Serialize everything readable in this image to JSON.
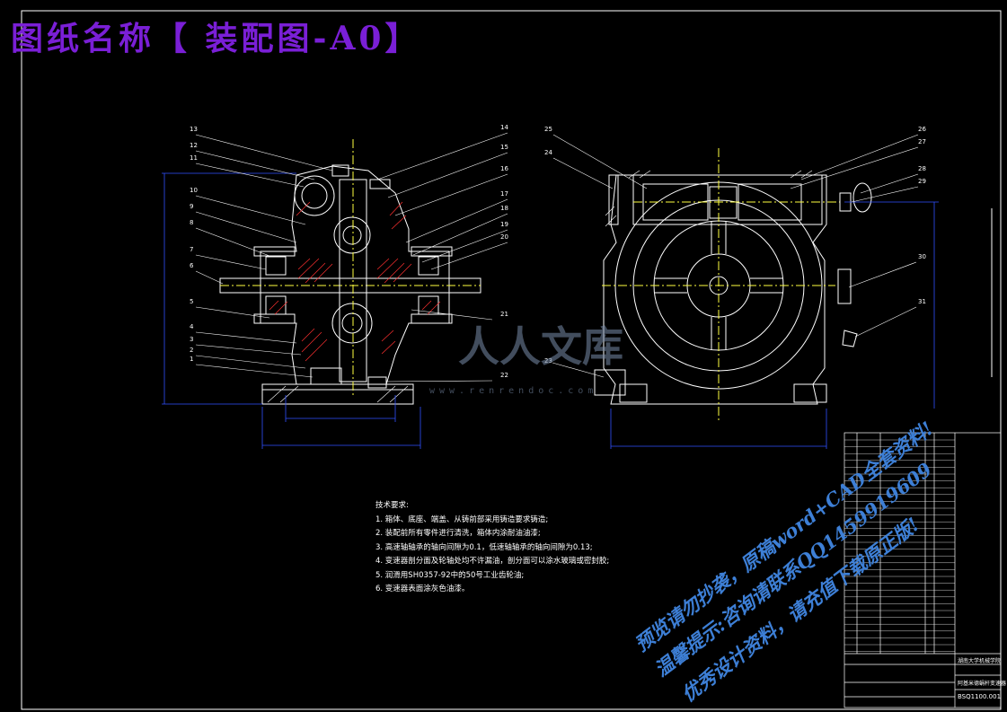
{
  "title": "图纸名称【 装配图-A0】",
  "colors": {
    "frame": "#ffffff",
    "drawing": "#ffffff",
    "section": "#ff3030",
    "dim": "#3050ff",
    "center": "#ffff40",
    "title": "#7a1fd6",
    "watermark": "#3d7fd6",
    "hatch": "#ffffff"
  },
  "left_view_callouts": [
    "13",
    "12",
    "11",
    "10",
    "9",
    "8",
    "7",
    "6",
    "5",
    "4",
    "3",
    "2",
    "1"
  ],
  "right_of_left_view_callouts": [
    "14",
    "15",
    "16",
    "17",
    "18",
    "19",
    "20",
    "21",
    "22"
  ],
  "right_view_callouts": {
    "left": [
      "25",
      "24"
    ],
    "right": [
      "26",
      "27",
      "28",
      "29",
      "30",
      "31"
    ],
    "bottom": [
      "23"
    ]
  },
  "technical_requirements": {
    "heading": "技术要求:",
    "items": [
      "1. 箱体、底座、端盖、从铸前部采用铸造要求铸造;",
      "2. 装配前所有零件进行清洗，箱体内涂耐油油漆;",
      "3. 高速轴轴承的轴向间隙为0.1，低速轴轴承的轴向间隙为0.13;",
      "4. 变速器剖分面及轮轴处均不许漏油，剖分面可以涂水玻璃或密封胶;",
      "5. 润滑用SH0357-92中的50号工业齿轮油;",
      "6. 变速器表面涂灰色油漆。"
    ]
  },
  "watermark_lines": [
    "预览请勿抄袭，原稿word+CAD全套资料!",
    "温馨提示:咨询请联系QQ1459919609",
    "优秀设计资料，请充值下载原正版!"
  ],
  "logo_watermark": "人人文库",
  "logo_url": "www.renrendoc.com",
  "title_block": {
    "drawing_number": "BSQ1100.001",
    "drawing_name": "阿基米德蜗杆变速器",
    "school": "湖南大学机械学院"
  }
}
